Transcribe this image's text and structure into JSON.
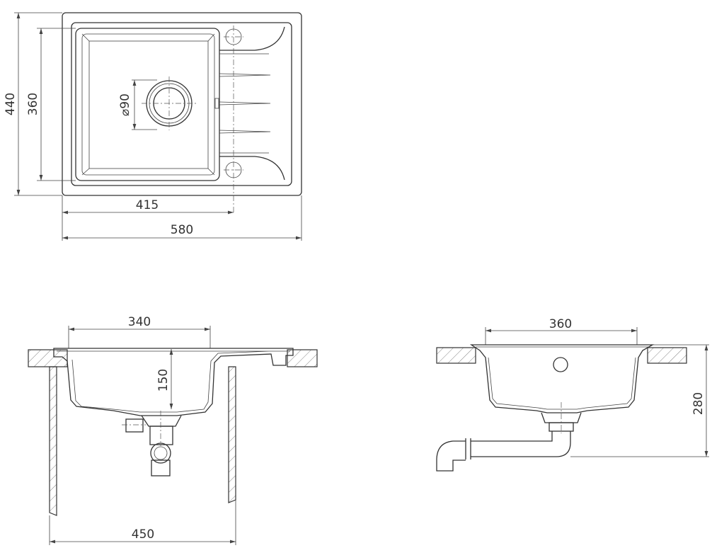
{
  "drawing": {
    "top_view": {
      "overall_depth": "440",
      "bowl_depth": "360",
      "drain_diameter": "⌀90",
      "bowl_center_offset": "415",
      "overall_width": "580"
    },
    "front_section": {
      "bowl_width": "340",
      "bowl_depth": "150",
      "cabinet_width": "450"
    },
    "side_section": {
      "bowl_width": "360",
      "total_height": "280"
    },
    "line_color": "#333333"
  }
}
